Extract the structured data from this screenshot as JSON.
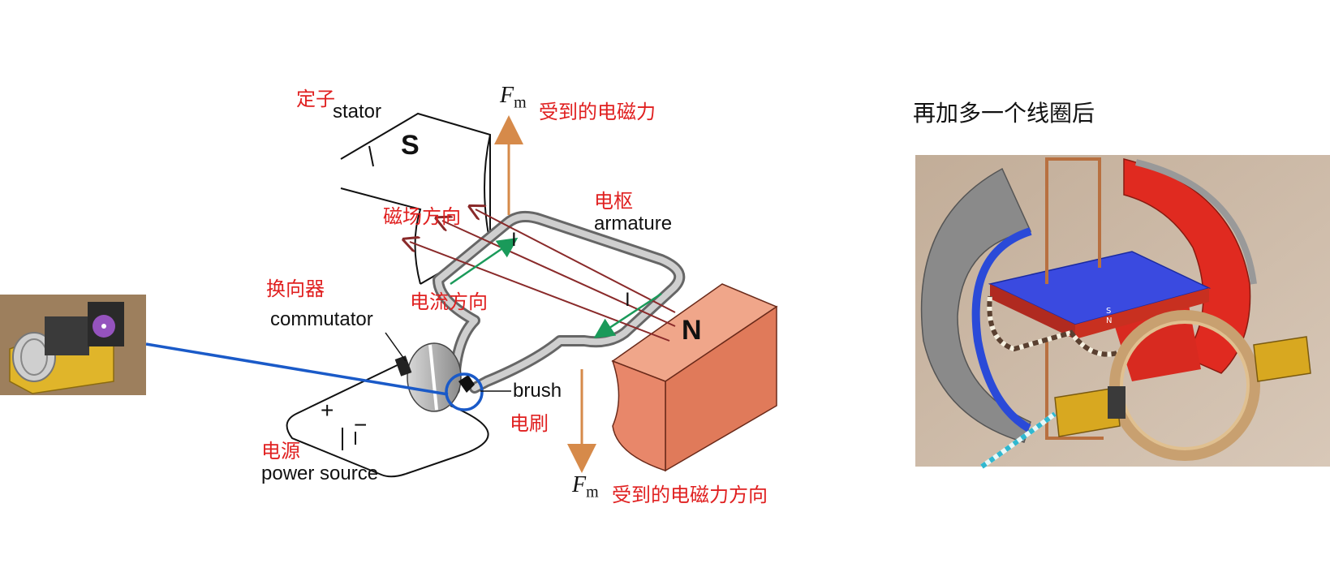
{
  "main_diagram": {
    "stator_cn": "定子",
    "stator_en": "stator",
    "pole_s": "S",
    "pole_n": "N",
    "force_symbol": "F",
    "force_subscript": "m",
    "force_top_cn": "受到的电磁力",
    "force_bottom_cn": "受到的电磁力方向",
    "armature_cn": "电枢",
    "armature_en": "armature",
    "field_dir_cn": "磁场方向",
    "current_dir_cn": "电流方向",
    "current_symbol_1": "I",
    "current_symbol_2": "I",
    "commutator_cn": "换向器",
    "commutator_en": "commutator",
    "brush_en": "brush",
    "brush_cn": "电刷",
    "power_cn": "电源",
    "power_en": "power source",
    "battery_plus": "+",
    "battery_minus": "−"
  },
  "right_panel": {
    "title": "再加多一个线圈后",
    "magnet_label_s": "S",
    "magnet_label_n": "N"
  },
  "colors": {
    "label_red": "#e02020",
    "stator_n_face": "#e8876a",
    "force_arrow": "#d68a4a",
    "field_line": "#8a2a2a",
    "current_arrow": "#1a9a5a",
    "pointer_line": "#1a5ac8",
    "right_bg": "#c9b6a2",
    "magnet_red": "#e02a20",
    "magnet_blue": "#2a4ad8"
  }
}
